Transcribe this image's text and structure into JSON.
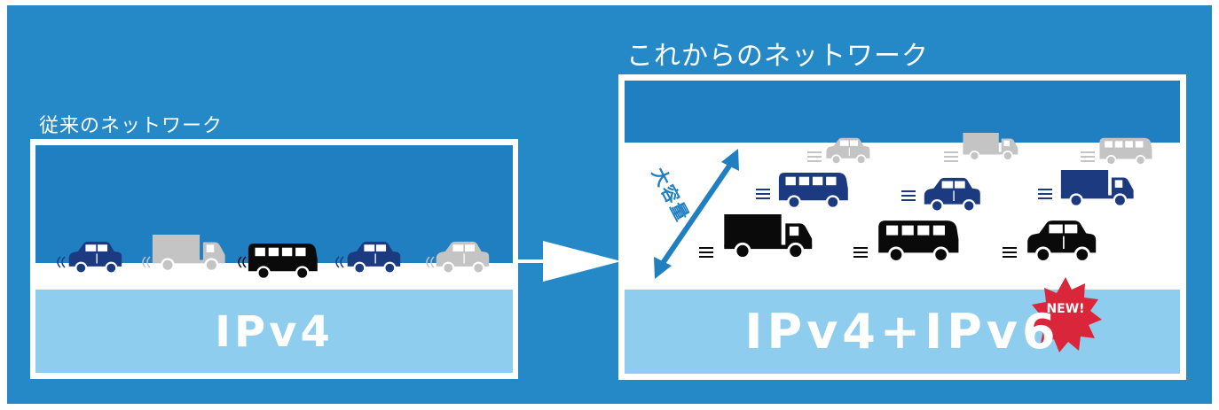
{
  "colors": {
    "background": "#2589c8",
    "upper_band": "#1f7fc1",
    "road": "#ffffff",
    "protocol_band": "#8fcdee",
    "navy_vehicle": "#1b3a80",
    "black_vehicle": "#0a0a0a",
    "gray_vehicle": "#c4c4c4",
    "badge": "#d9263a"
  },
  "left_panel": {
    "title": "従来のネットワーク",
    "protocol": "IPv4",
    "vehicles": [
      "navy-car",
      "gray-truck",
      "black-bus",
      "navy-car",
      "gray-car"
    ]
  },
  "right_panel": {
    "title": "これからのネットワーク",
    "protocol": "IPv4+IPv6",
    "capacity_label": "大容量",
    "badge": "NEW!",
    "vehicle_rows": [
      [
        "gray-car",
        "gray-truck",
        "gray-bus"
      ],
      [
        "navy-bus",
        "navy-car",
        "navy-truck"
      ],
      [
        "black-truck",
        "black-bus",
        "black-car"
      ]
    ]
  },
  "connector": {
    "icon": "arrow-right-icon"
  }
}
